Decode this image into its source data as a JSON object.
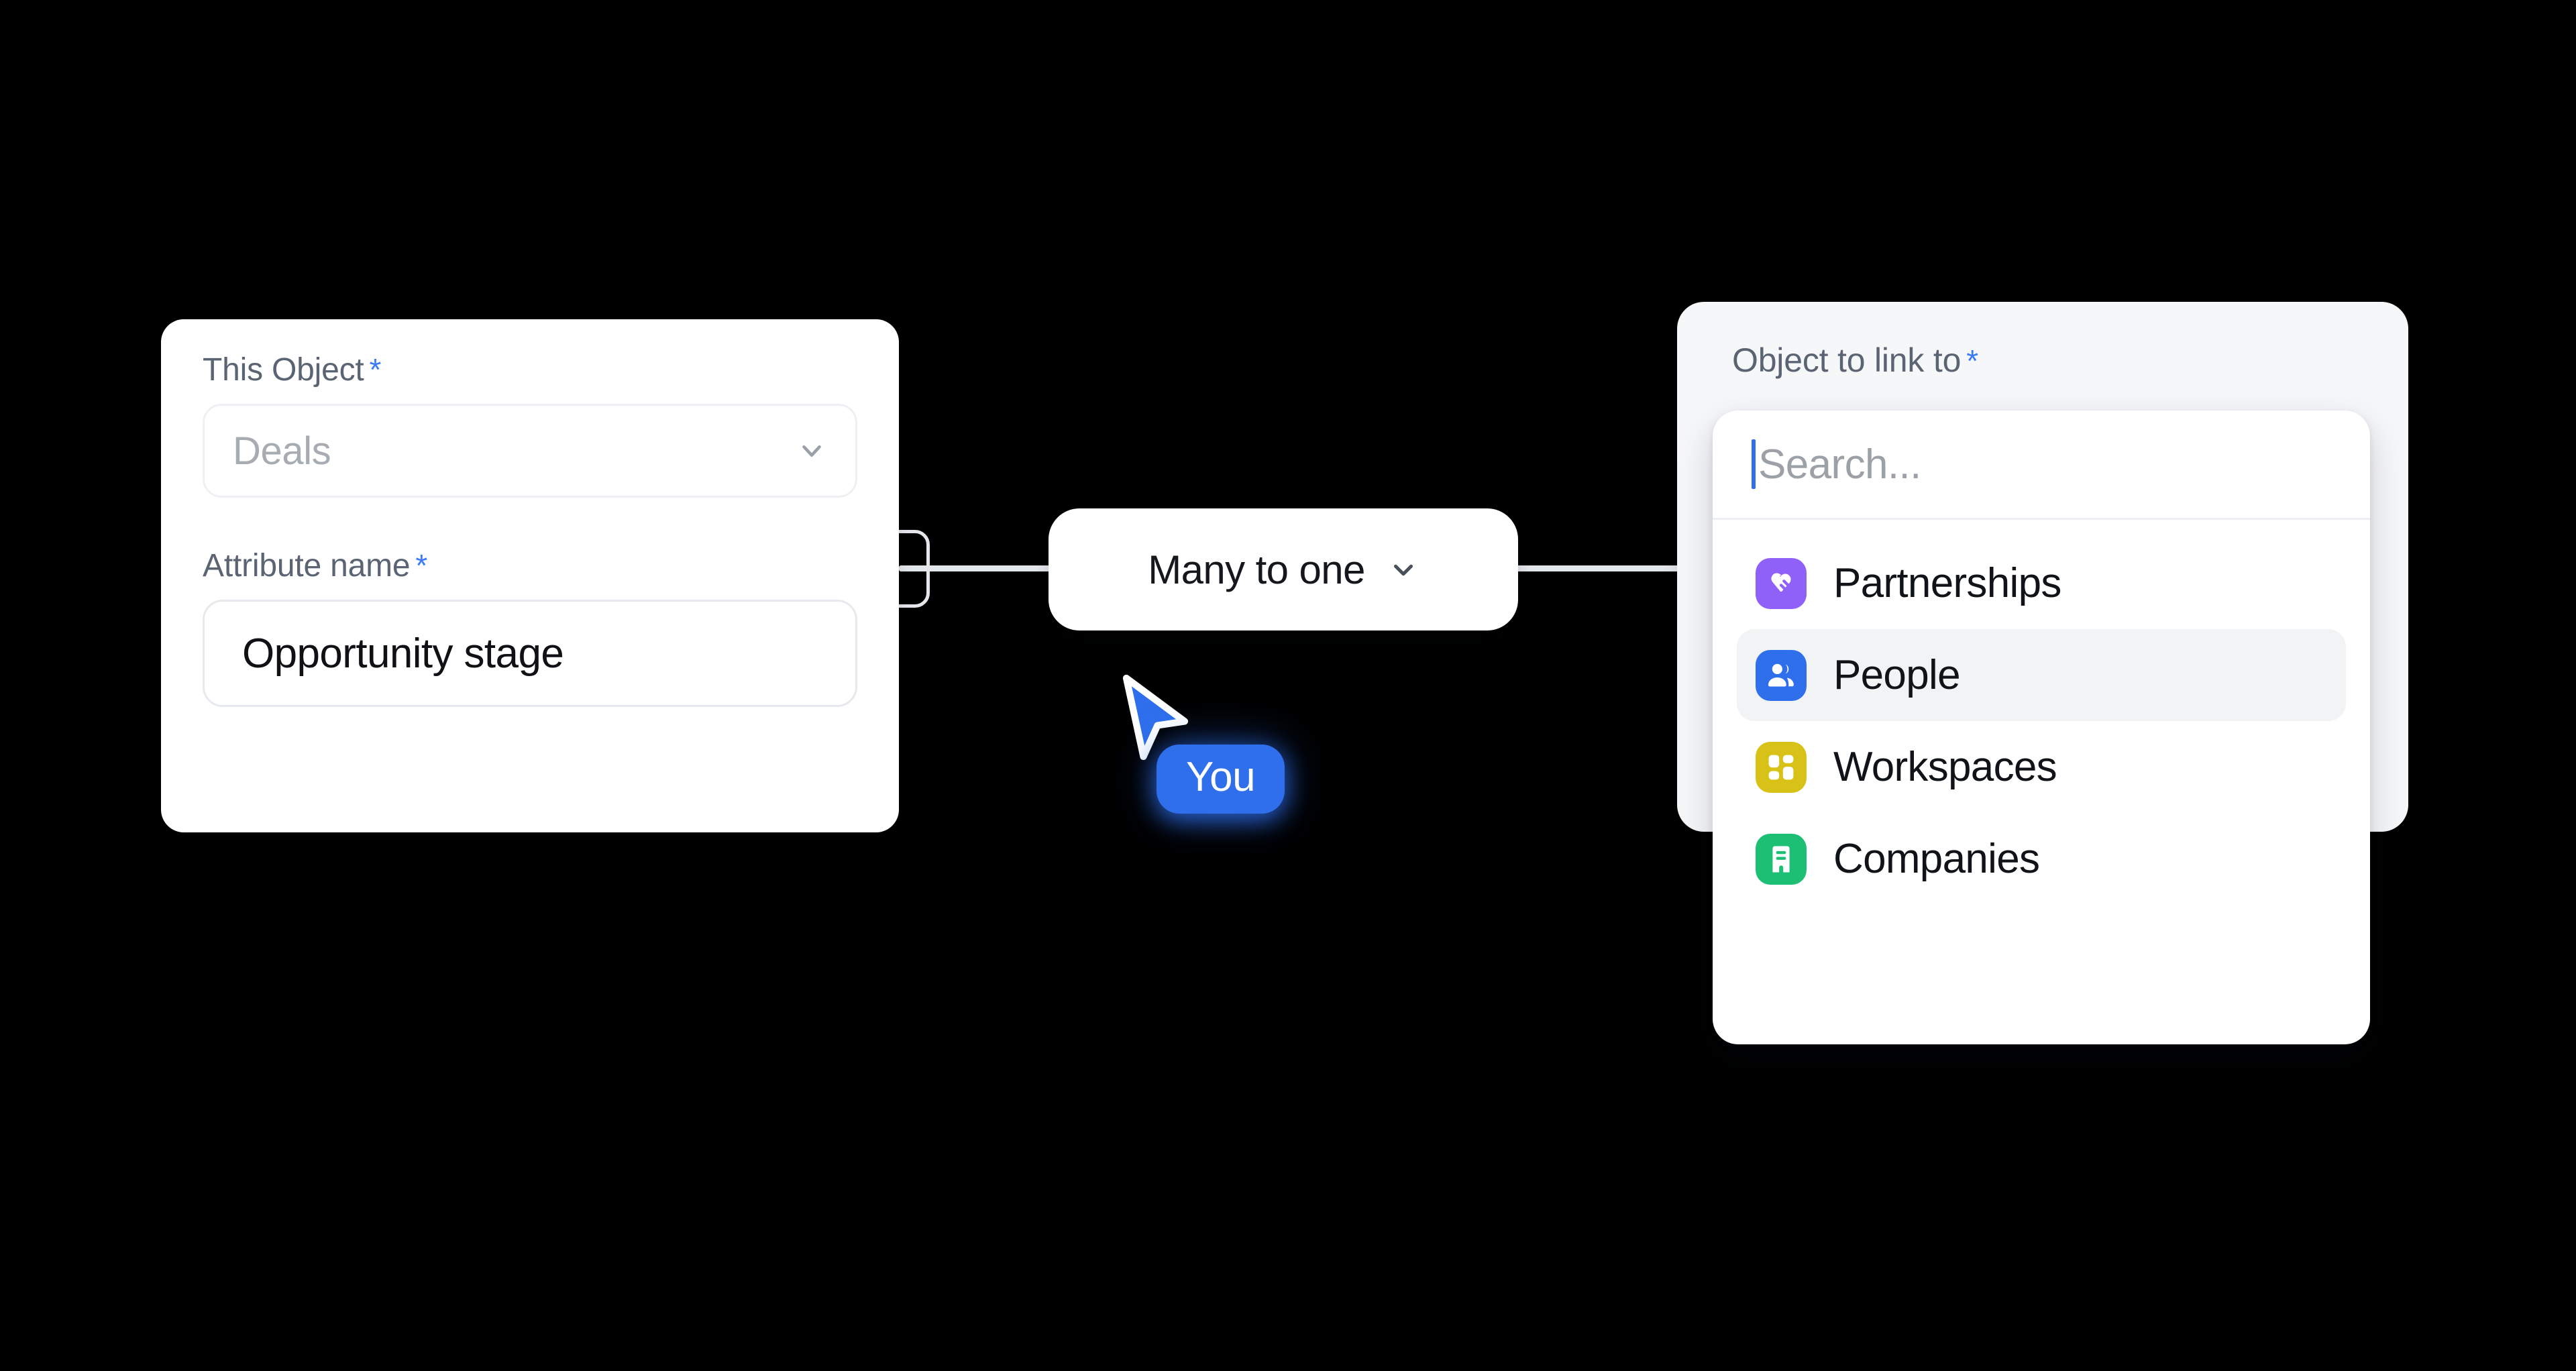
{
  "connector": {
    "handle_name": "relation-connector-handle"
  },
  "left_card": {
    "this_object": {
      "label": "This Object",
      "required_marker": "*",
      "value": "Deals",
      "chevron_icon": "chevron-down-icon"
    },
    "attribute_name": {
      "label": "Attribute name",
      "required_marker": "*",
      "value": "Opportunity stage"
    }
  },
  "relation_pill": {
    "value": "Many to one",
    "chevron_icon": "chevron-down-icon"
  },
  "right_panel": {
    "label": "Object to link to",
    "required_marker": "*",
    "search": {
      "placeholder": "Search...",
      "value": "",
      "caret_visible": true
    },
    "options": [
      {
        "label": "Partnerships",
        "icon": "handshake-heart-icon",
        "color": "#9061F9",
        "selected": false
      },
      {
        "label": "People",
        "icon": "people-icon",
        "color": "#2F6FEC",
        "selected": true
      },
      {
        "label": "Workspaces",
        "icon": "layout-grid-icon",
        "color": "#D8C217",
        "selected": false
      },
      {
        "label": "Companies",
        "icon": "building-icon",
        "color": "#1CBF73",
        "selected": false
      }
    ]
  },
  "cursor": {
    "pointer_icon": "mouse-pointer-icon",
    "badge_label": "You",
    "badge_color": "#2F6FEC"
  },
  "colors": {
    "accent_blue": "#3B7BF7",
    "required_asterisk": "#3B7BF7",
    "connector": "#E3E6EB",
    "background": "#000000",
    "selected_row": "#F1F3F5",
    "backdrop_card": "#F6F7F9"
  }
}
